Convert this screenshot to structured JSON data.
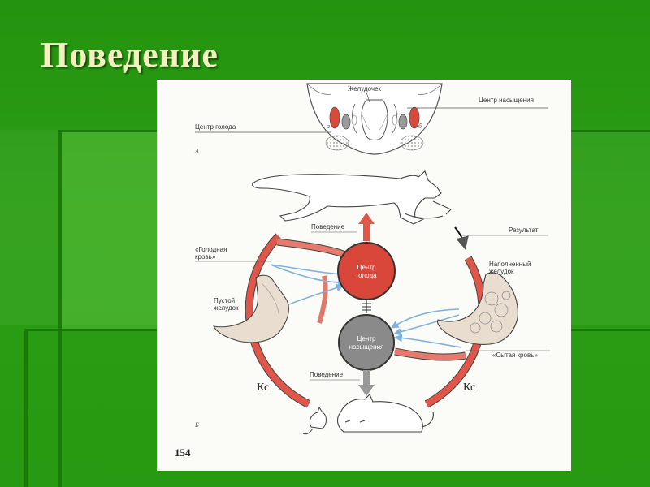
{
  "slide": {
    "title": "Поведение"
  },
  "diagram": {
    "top_panel": {
      "stomach_label": "Желудочек",
      "satiety_center_label": "Центр насыщения",
      "hunger_center_label": "Центр голода",
      "letter_a_small": "а",
      "letter_b_small": "б",
      "panel_letter": "А"
    },
    "bottom_panel": {
      "behavior_top": "Поведение",
      "result": "Результат",
      "hungry_blood_1": "«Голодная",
      "hungry_blood_2": "кровь»",
      "empty_stomach_1": "Пустой",
      "empty_stomach_2": "желудок",
      "full_stomach_1": "Наполненный",
      "full_stomach_2": "желудок",
      "sated_blood": "«Сытая кровь»",
      "behavior_bottom": "Поведение",
      "hunger_center_1": "Центр",
      "hunger_center_2": "голода",
      "satiety_center_1": "Центр",
      "satiety_center_2": "насыщения",
      "kc_left": "Кс",
      "kc_right": "Кс",
      "panel_letter": "Б"
    },
    "page_number": "154",
    "colors": {
      "hunger_center": "#d9463a",
      "satiety_center": "#8a8a8a",
      "vessel": "#e0574a",
      "nerve": "#7fb2e0"
    }
  }
}
